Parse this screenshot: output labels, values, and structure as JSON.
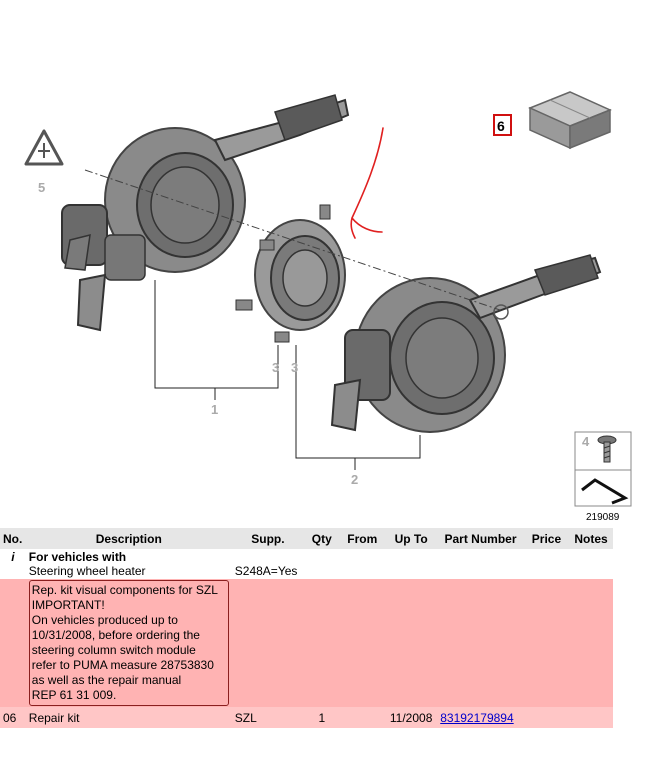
{
  "diagram": {
    "callouts": {
      "c1": "1",
      "c2": "2",
      "c3a": "3",
      "c3b": "3",
      "c4": "4",
      "c5": "5",
      "c6": "6"
    },
    "figure_id": "219089"
  },
  "table": {
    "headers": {
      "no": "No.",
      "description": "Description",
      "supp": "Supp.",
      "qty": "Qty",
      "from": "From",
      "upto": "Up To",
      "partnumber": "Part Number",
      "price": "Price",
      "notes": "Notes"
    },
    "info": {
      "icon": "i",
      "title": "For vehicles with",
      "subtitle": "Steering wheel heater",
      "supp": "S248A=Yes"
    },
    "note_lines": [
      "Rep. kit visual components for SZL",
      "IMPORTANT!",
      "On vehicles produced up to",
      "10/31/2008, before ordering the",
      "steering column switch module",
      "refer to PUMA measure 28753830",
      "as well as the repair manual",
      "REP 61 31 009."
    ],
    "part": {
      "no": "06",
      "description": "Repair kit",
      "supp": "SZL",
      "qty": "1",
      "from": "",
      "upto": "11/2008",
      "partnumber": "83192179894",
      "price": "",
      "notes": ""
    }
  },
  "colors": {
    "header_bg": "#e6e6e6",
    "note_bg": "#ffb3b3",
    "part_bg": "#ffc6c6",
    "annotation_red": "#e02020",
    "link": "#0000cc"
  }
}
